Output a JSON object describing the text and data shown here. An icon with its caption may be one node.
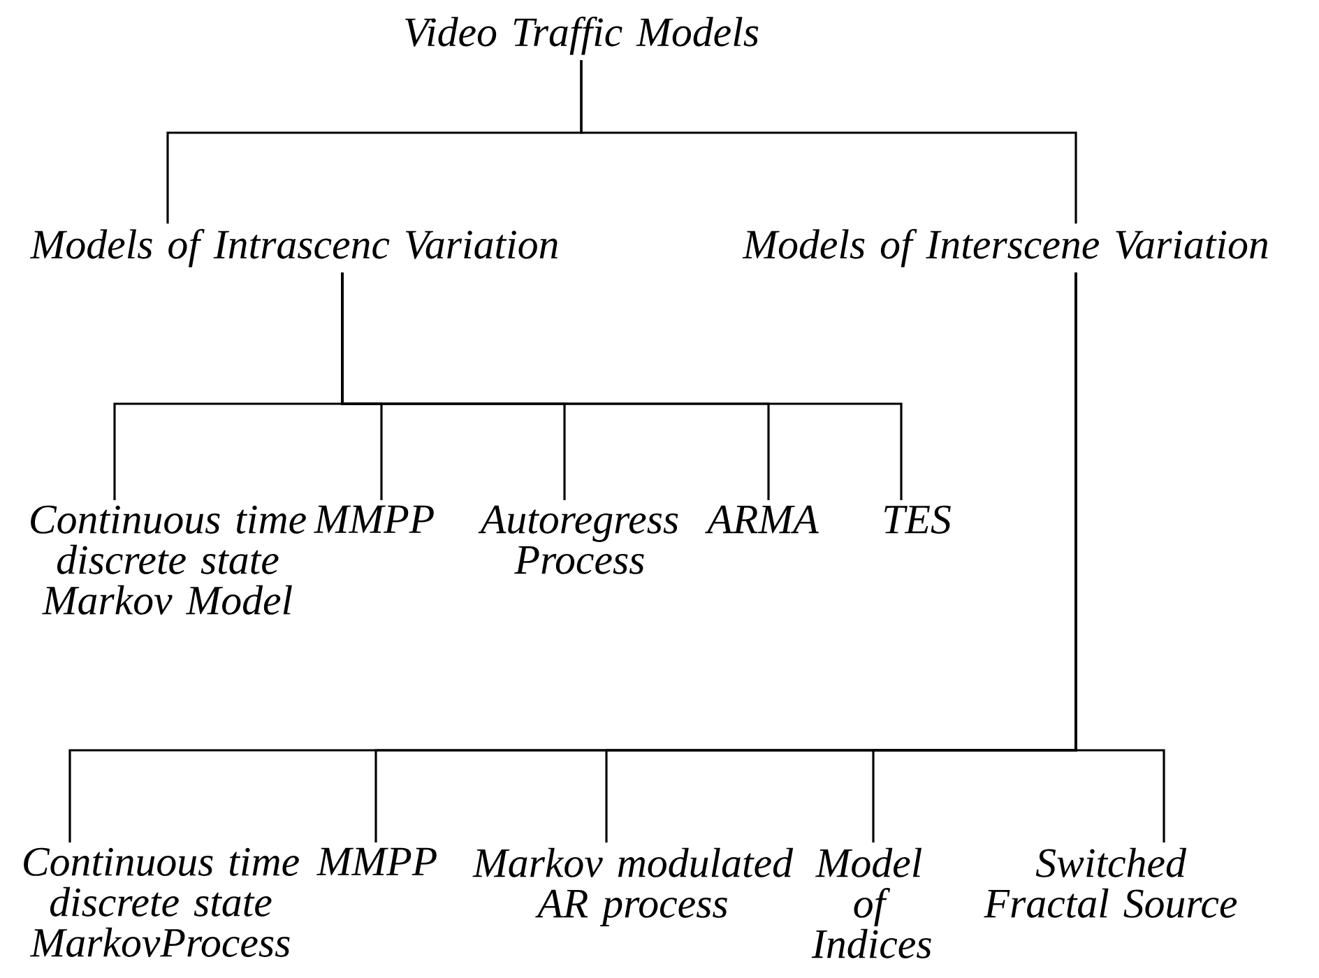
{
  "diagram": {
    "nodes": [
      {
        "text": [
          "Video Traffic Models"
        ]
      },
      {
        "text": [
          "Models of Intrascenc Variation"
        ]
      },
      {
        "text": [
          "Models of Interscene Variation"
        ]
      },
      {
        "text": [
          "Continuous time discrete state Markov Model"
        ]
      },
      {
        "text": [
          "MMPP"
        ]
      },
      {
        "text": [
          "Autoregress Process"
        ]
      },
      {
        "text": [
          "ARMA"
        ]
      },
      {
        "text": [
          "TES"
        ]
      },
      {
        "text": [
          "Continuous time discrete state MarkovProcess"
        ]
      },
      {
        "text": [
          "MMPP"
        ]
      },
      {
        "text": [
          "Markov modulated AR process"
        ]
      },
      {
        "text": [
          "Model of Indices"
        ]
      },
      {
        "text": [
          "Switched Fractal Source"
        ]
      }
    ],
    "edges": [
      {
        "from": 0,
        "to": 1,
        "arrow": "none"
      },
      {
        "from": 0,
        "to": 2,
        "arrow": "none"
      },
      {
        "from": 1,
        "to": 3,
        "arrow": "none"
      },
      {
        "from": 1,
        "to": 4,
        "arrow": "none"
      },
      {
        "from": 1,
        "to": 5,
        "arrow": "none"
      },
      {
        "from": 1,
        "to": 6,
        "arrow": "none"
      },
      {
        "from": 1,
        "to": 7,
        "arrow": "none"
      },
      {
        "from": 2,
        "to": 8,
        "arrow": "none"
      },
      {
        "from": 2,
        "to": 9,
        "arrow": "none"
      },
      {
        "from": 2,
        "to": 10,
        "arrow": "none"
      },
      {
        "from": 2,
        "to": 11,
        "arrow": "none"
      },
      {
        "from": 2,
        "to": 12,
        "arrow": "none"
      }
    ]
  }
}
